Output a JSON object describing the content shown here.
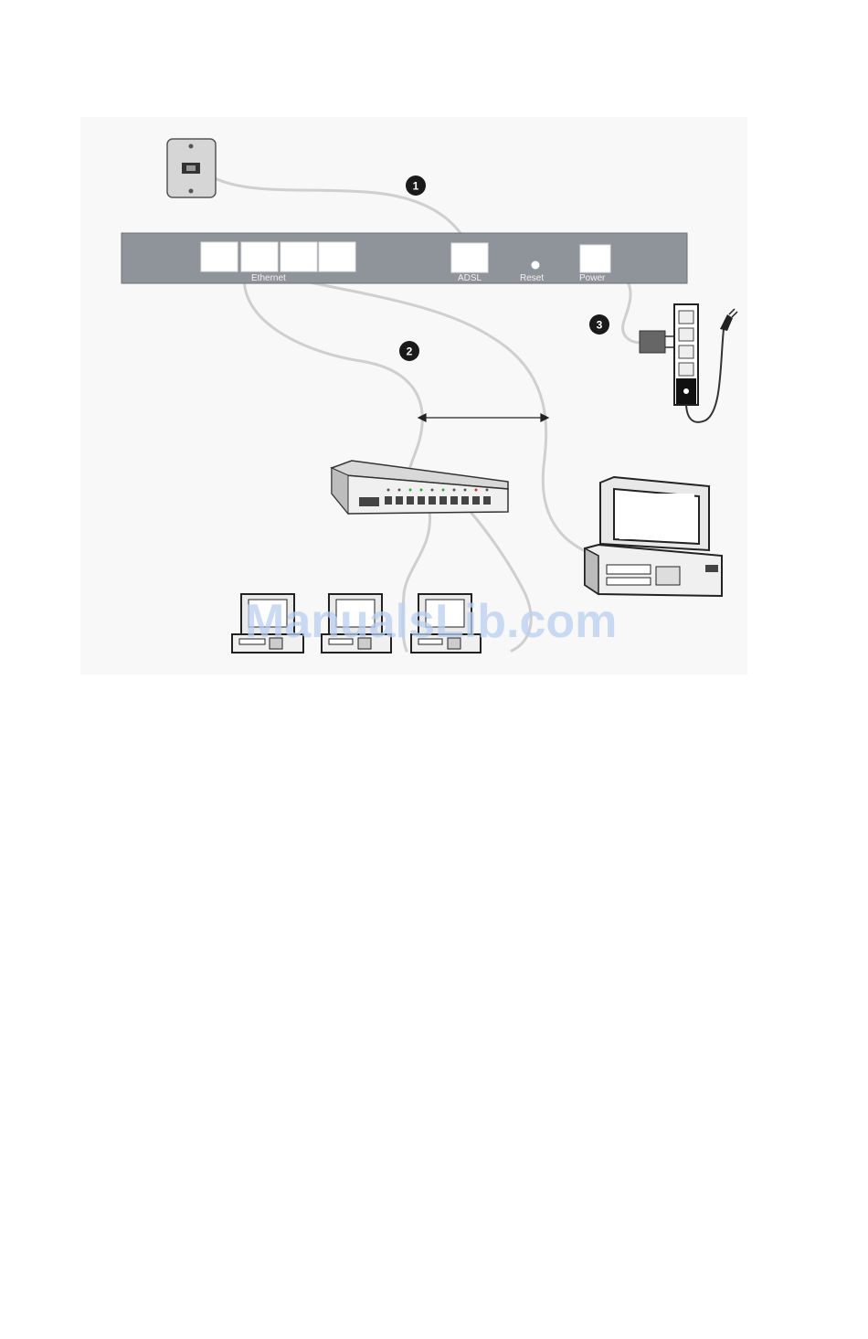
{
  "router": {
    "ethernet_label": "Ethernet",
    "adsl_label": "ADSL",
    "reset_label": "Reset",
    "power_label": "Power"
  },
  "steps": [
    "1",
    "2",
    "3"
  ],
  "watermark": "ManualsLib.com",
  "colors": {
    "router_panel": "#8f949b",
    "cable": "#c8c8c8",
    "badge": "#1a1a1a",
    "background_area": "#f7f7f7"
  },
  "icons": [
    "wall-phone-jack-icon",
    "power-strip-icon",
    "network-hub-icon",
    "desktop-computer-icon"
  ]
}
